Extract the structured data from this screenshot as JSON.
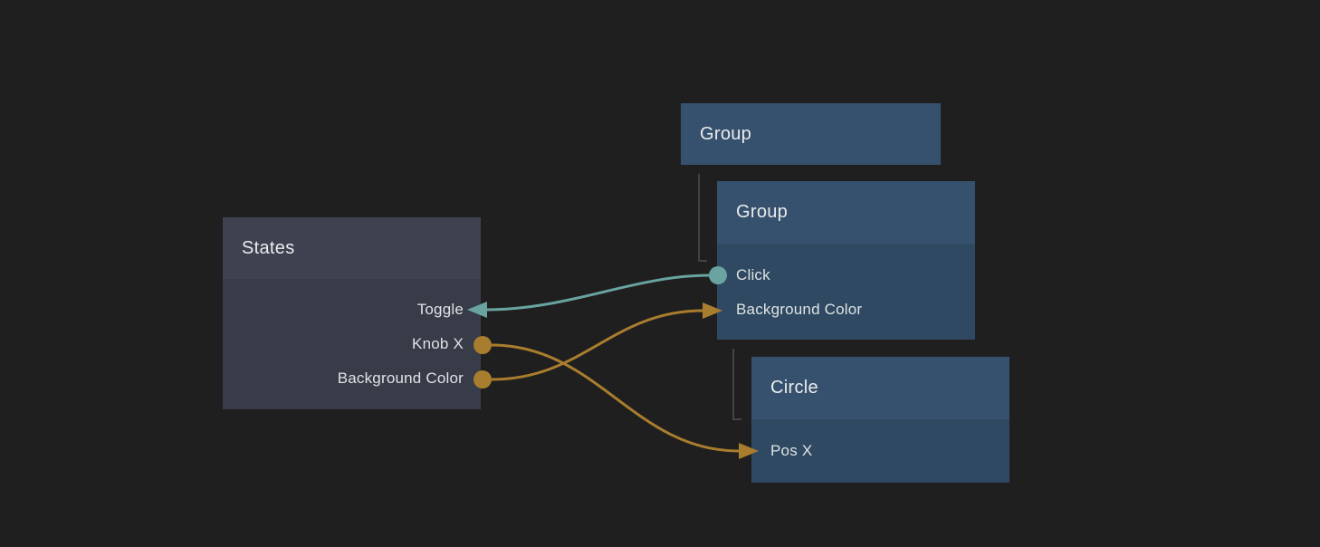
{
  "colors": {
    "background": "#201f1f",
    "blue_node_header": "#36516d",
    "blue_node_body": "#2e4961",
    "gray_node_header": "#3e4250",
    "gray_node_body": "#383c48",
    "teal_wire": "#69a4a0",
    "orange_wire": "#a97d2e",
    "hierarchy_line": "#434343",
    "title_text": "#eaecee",
    "label_text": "#dfe2e5"
  },
  "nodes": {
    "states": {
      "title": "States",
      "ports": [
        {
          "label": "Toggle",
          "direction": "input"
        },
        {
          "label": "Knob X",
          "direction": "output"
        },
        {
          "label": "Background Color",
          "direction": "output"
        }
      ]
    },
    "group1": {
      "title": "Group"
    },
    "group2": {
      "title": "Group",
      "ports": [
        {
          "label": "Click",
          "direction": "output"
        },
        {
          "label": "Background Color",
          "direction": "input"
        }
      ]
    },
    "circle": {
      "title": "Circle",
      "ports": [
        {
          "label": "Pos X",
          "direction": "input"
        }
      ]
    }
  },
  "hierarchy": [
    {
      "from": "group1",
      "to": "group2"
    },
    {
      "from": "group2",
      "to": "circle"
    }
  ],
  "connections": [
    {
      "from": "group2.Click",
      "to": "states.Toggle",
      "color": "teal"
    },
    {
      "from": "states.Knob X",
      "to": "circle.Pos X",
      "color": "orange"
    },
    {
      "from": "states.Background Color",
      "to": "group2.Background Color",
      "color": "orange"
    }
  ]
}
